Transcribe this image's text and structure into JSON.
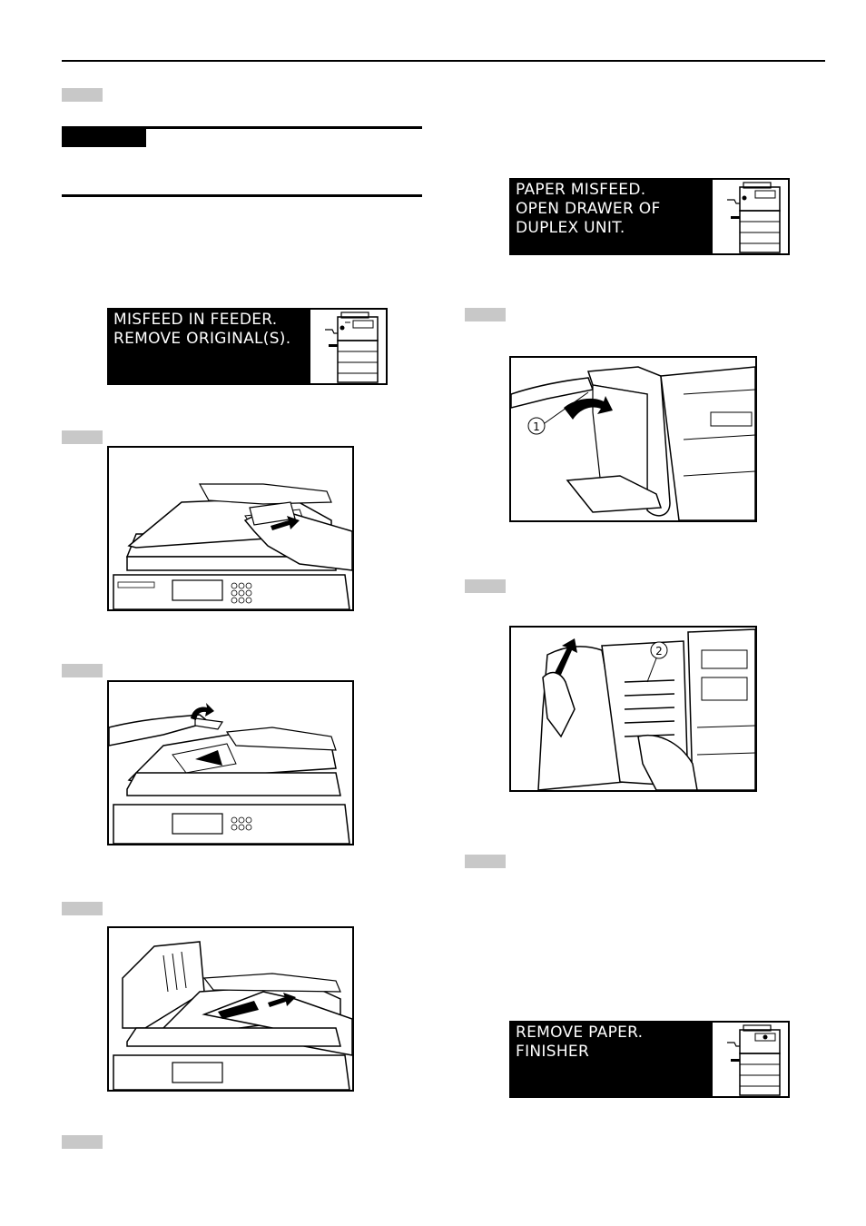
{
  "displays": {
    "feeder_misfeed": "MISFEED IN FEEDER.\nREMOVE ORIGINAL(S).",
    "duplex_misfeed": "PAPER MISFEED.\nOPEN DRAWER OF\nDUPLEX UNIT.",
    "finisher_remove": "REMOVE PAPER.\nFINISHER"
  },
  "callouts": {
    "one": "1",
    "two": "2"
  },
  "icons": [
    "copier-status-icon",
    "arrow-icon"
  ],
  "colors": {
    "display_bg": "#000000",
    "display_text": "#ffffff",
    "step_tab": "#c8c8c8"
  }
}
